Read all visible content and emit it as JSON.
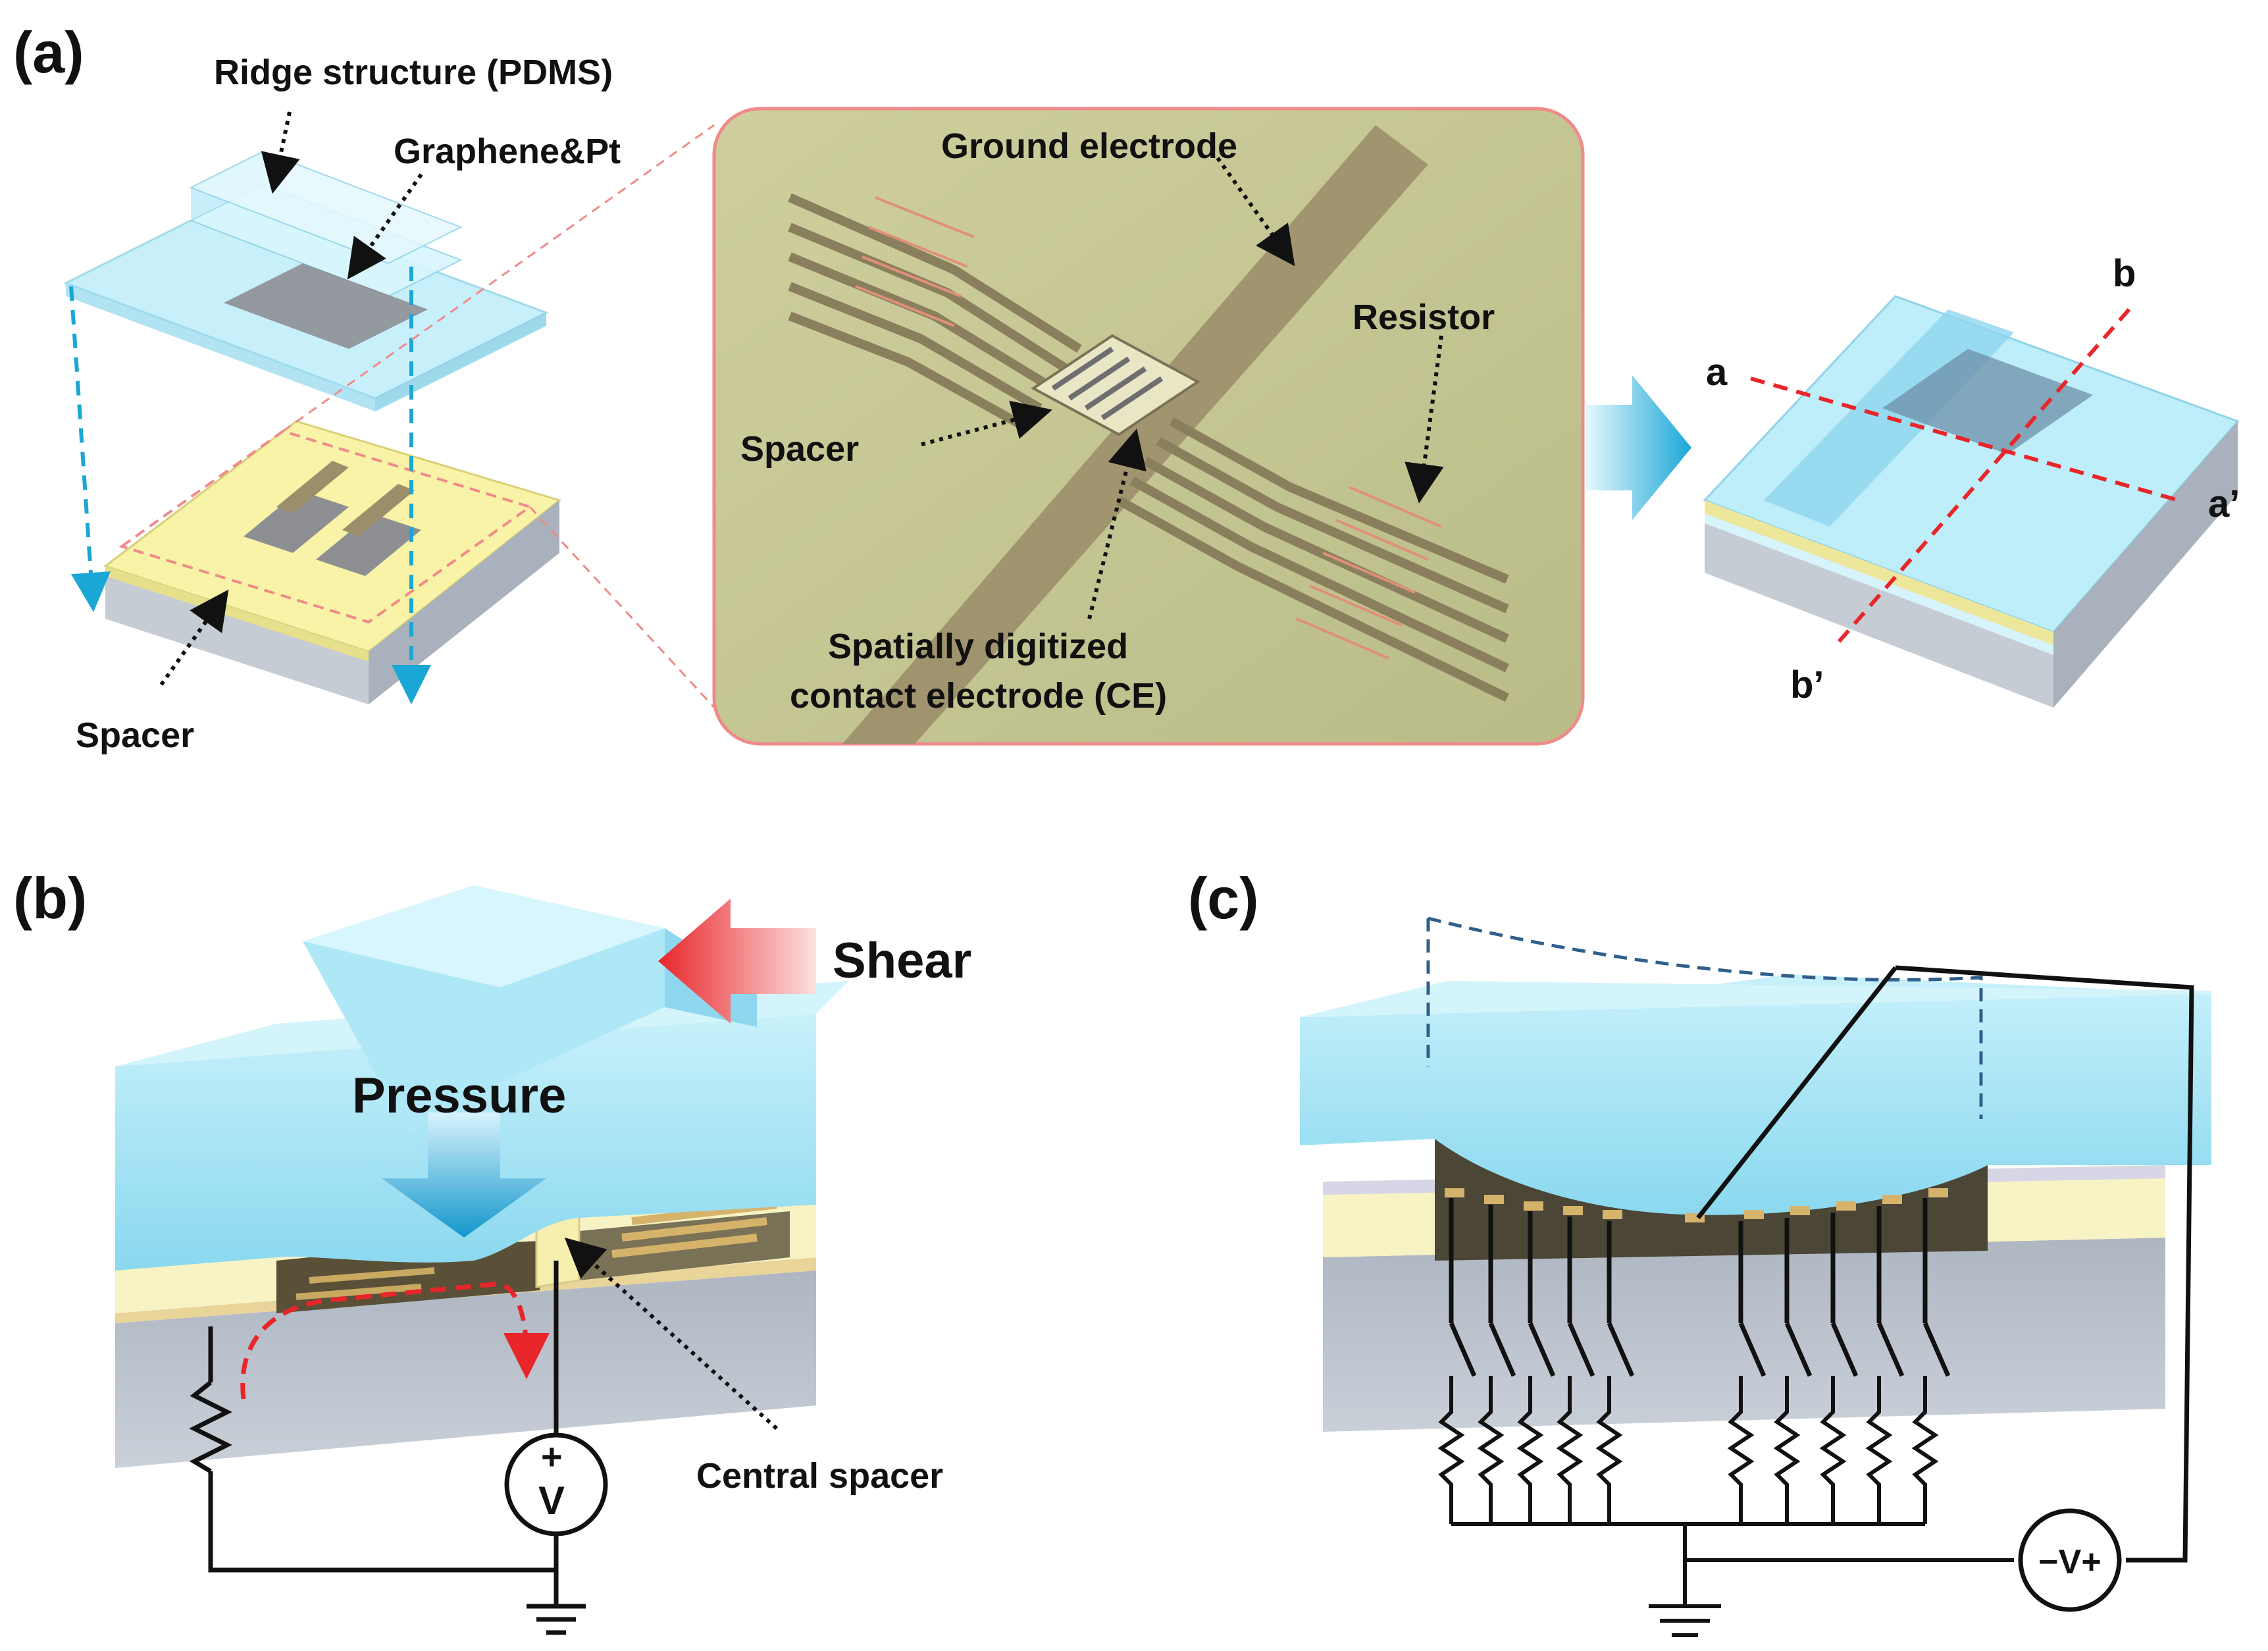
{
  "panels": {
    "a": {
      "label": "(a)",
      "labels": {
        "ridge": "Ridge structure (PDMS)",
        "graphene": "Graphene&Pt",
        "spacer_left": "Spacer",
        "ground": "Ground electrode",
        "resistor": "Resistor",
        "spacer_zoom": "Spacer",
        "ce_line1": "Spatially digitized",
        "ce_line2": "contact electrode (CE)",
        "sec_a": "a",
        "sec_a_prime": "a’",
        "sec_b": "b",
        "sec_b_prime": "b’"
      }
    },
    "b": {
      "label": "(b)",
      "labels": {
        "shear": "Shear",
        "pressure": "Pressure",
        "central_spacer": "Central spacer",
        "source_v": "V"
      }
    },
    "c": {
      "label": "(c)",
      "labels": {
        "source": "−V+"
      }
    }
  },
  "colors": {
    "pdms": "#a9e6f7",
    "spacer": "#f7f2a0",
    "substrate": "#b7bec8",
    "electrode": "#9c8f6a",
    "highlight_box": "#f08a8a",
    "arrow_cyan": "#1aa7d6",
    "arrow_red": "#e8262a"
  }
}
